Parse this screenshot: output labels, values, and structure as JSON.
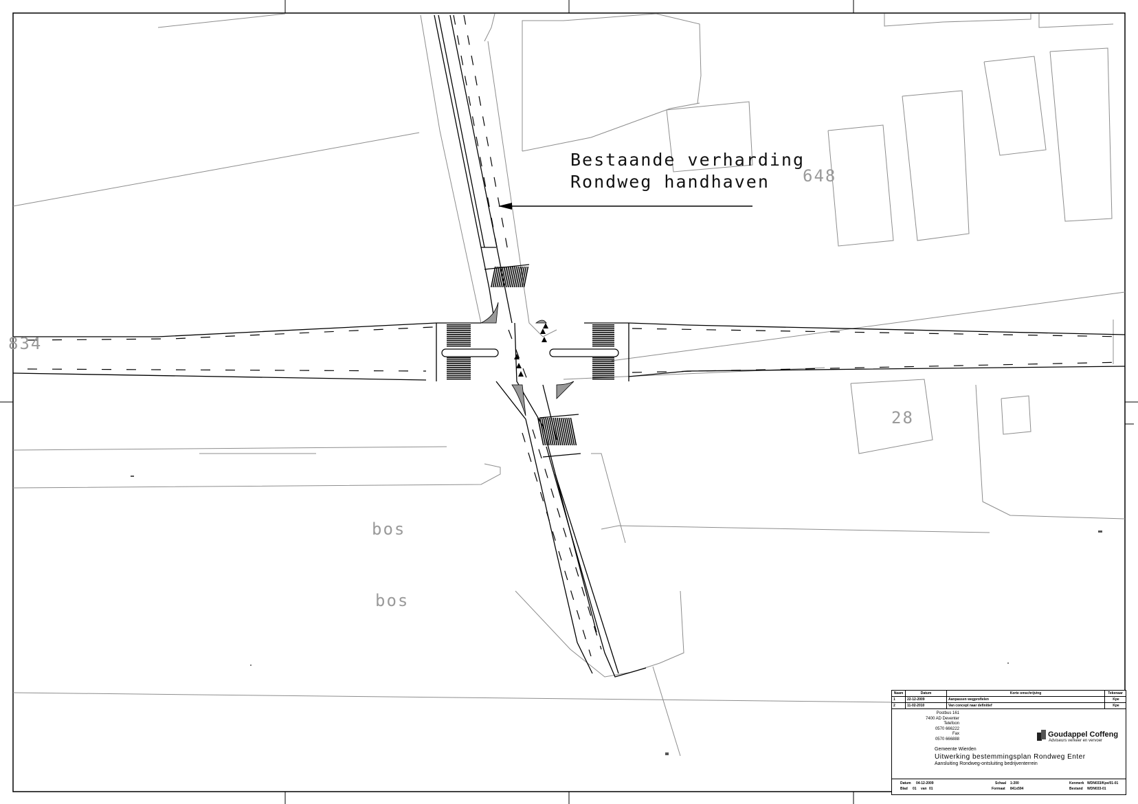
{
  "annotation": {
    "line1": "Bestaande verharding",
    "line2": "Rondweg handhaven"
  },
  "map_labels": {
    "parcel_648": "648",
    "parcel_28": "28",
    "parcel_834": "834",
    "bos_1": "bos",
    "bos_2": "bos"
  },
  "title_block": {
    "headers": {
      "nr": "Naam",
      "date": "Datum",
      "desc": "Korte omschrijving",
      "drawer": "Tekenaar"
    },
    "revisions": [
      {
        "nr": "1",
        "date": "22-12-2009",
        "desc": "Aanpassen wegprofielen",
        "drawer": "Kpe"
      },
      {
        "nr": "2",
        "date": "11-02-2010",
        "desc": "Van concept naar definitief",
        "drawer": "Kpe"
      }
    ],
    "address": [
      "Postbus 161",
      "7400 AD Deventer",
      "Telefoon",
      "0570 666222",
      "Fax",
      "0570 666888"
    ],
    "company": "Goudappel Coffeng",
    "company_tagline": "Adviseurs verkeer en vervoer",
    "client": "Gemeente Wierden",
    "project": "Uitwerking bestemmingsplan Rondweg Enter",
    "subject": "Aansluiting Rondweg-ontsluiting bedrijventerrein",
    "meta": {
      "datum_label": "Datum",
      "datum_value": "04-12-2009",
      "blad_label": "Blad",
      "blad_value": "01",
      "van_label": "van",
      "van_value": "01",
      "schaal_label": "Schaal",
      "schaal_value": "1:200",
      "formaat_label": "Formaat",
      "formaat_value": "841x594",
      "kenmerk_label": "Kenmerk",
      "kenmerk_value": "WDN033/Kpe/01-01",
      "bestand_label": "Bestand",
      "bestand_value": "WDN033-01"
    }
  },
  "colors": {
    "line": "#000000",
    "grey_line": "#8c8c8c",
    "label_grey": "#9a9a9a"
  }
}
